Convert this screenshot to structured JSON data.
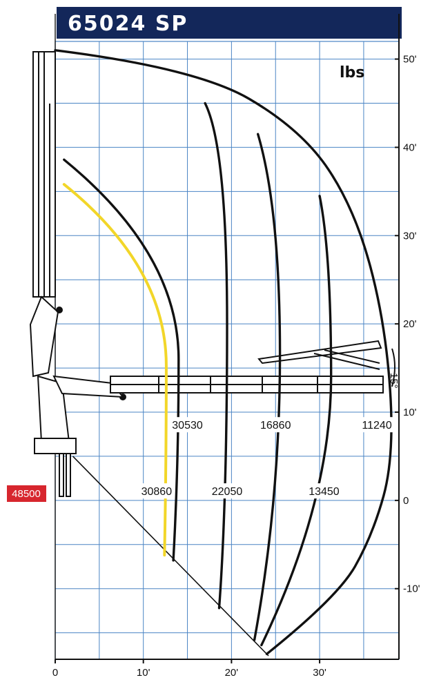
{
  "header": {
    "title": "65024 SP",
    "bg_color": "#13275a"
  },
  "units_label": "lbs",
  "colors": {
    "grid": "#4a84c4",
    "curve": "#111111",
    "highlight_curve": "#f2d629",
    "badge": "#d7262e"
  },
  "base_capacity": "48500",
  "tilt_label": "15°",
  "axes": {
    "x_ticks": [
      {
        "value": 0,
        "label": "0"
      },
      {
        "value": 10,
        "label": "10'"
      },
      {
        "value": 20,
        "label": "20'"
      },
      {
        "value": 30,
        "label": "30'"
      }
    ],
    "y_ticks": [
      {
        "value": 50,
        "label": "50'"
      },
      {
        "value": 40,
        "label": "40'"
      },
      {
        "value": 30,
        "label": "30'"
      },
      {
        "value": 20,
        "label": "20'"
      },
      {
        "value": 10,
        "label": "10'"
      },
      {
        "value": 0,
        "label": "0"
      },
      {
        "value": -10,
        "label": "-10'"
      }
    ],
    "xlim": [
      0,
      39
    ],
    "ylim": [
      -18,
      52
    ]
  },
  "chart_data": {
    "type": "line",
    "xlim": [
      0,
      39
    ],
    "ylim": [
      -18,
      52
    ],
    "grid": true,
    "load_labels": [
      {
        "label": "30530",
        "x": 15,
        "y": 8.5
      },
      {
        "label": "16860",
        "x": 25,
        "y": 8.5
      },
      {
        "label": "11240",
        "x": 36.5,
        "y": 8.5
      },
      {
        "label": "30860",
        "x": 11.5,
        "y": 1
      },
      {
        "label": "22050",
        "x": 19.5,
        "y": 1
      },
      {
        "label": "13450",
        "x": 30.5,
        "y": 1
      }
    ],
    "series": [
      {
        "label": "30860",
        "highlight": true,
        "points": [
          [
            1,
            35.8
          ],
          [
            12.6,
            26.5
          ],
          [
            12.6,
            4
          ],
          [
            12.4,
            -6.2
          ]
        ]
      },
      {
        "label": "30530",
        "points": [
          [
            1,
            38.6
          ],
          [
            14,
            28
          ],
          [
            14,
            4
          ],
          [
            13.4,
            -6.8
          ]
        ]
      },
      {
        "label": "22050",
        "points": [
          [
            17,
            45
          ],
          [
            19.5,
            40
          ],
          [
            19.5,
            0
          ],
          [
            18.6,
            -12.2
          ]
        ]
      },
      {
        "label": "16860",
        "points": [
          [
            23,
            41.5
          ],
          [
            25.5,
            33
          ],
          [
            25.5,
            0
          ],
          [
            22.6,
            -15.8
          ]
        ]
      },
      {
        "label": "13450",
        "points": [
          [
            30,
            34.5
          ],
          [
            31.3,
            28
          ],
          [
            31.3,
            0
          ],
          [
            23.4,
            -16.4
          ]
        ]
      },
      {
        "label": "11240",
        "points": [
          [
            0,
            51
          ],
          [
            16,
            49
          ],
          [
            28,
            42
          ],
          [
            34,
            33
          ],
          [
            37.5,
            20
          ],
          [
            38.5,
            5
          ],
          [
            36,
            -4
          ],
          [
            32,
            -11
          ],
          [
            24,
            -17.4
          ]
        ]
      }
    ],
    "lower_envelope": [
      [
        2,
        5
      ],
      [
        24.2,
        -17.6
      ]
    ]
  }
}
